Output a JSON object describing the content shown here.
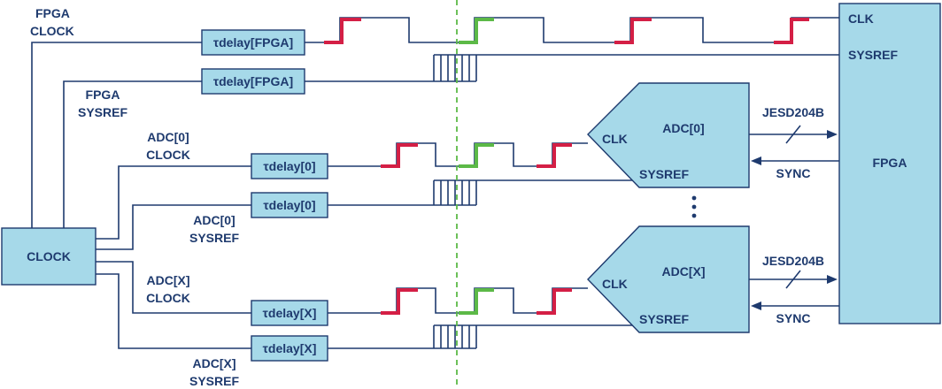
{
  "labels": {
    "fpga_clock": [
      "FPGA",
      "CLOCK"
    ],
    "fpga_sysref": [
      "FPGA",
      "SYSREF"
    ],
    "adc0_clock": [
      "ADC[0]",
      "CLOCK"
    ],
    "adc0_sysref": [
      "ADC[0]",
      "SYSREF"
    ],
    "adcx_clock": [
      "ADC[X]",
      "CLOCK"
    ],
    "adcx_sysref": [
      "ADC[X]",
      "SYSREF"
    ]
  },
  "blocks": {
    "clock": "CLOCK",
    "fpga": "FPGA",
    "fpga_clk_pin": "CLK",
    "fpga_sysref_pin": "SYSREF",
    "adc0": "ADC[0]",
    "adcx": "ADC[X]",
    "adc_clk_pin": "CLK",
    "adc_sysref_pin": "SYSREF"
  },
  "delays": {
    "fpga_clock": "τdelay[FPGA]",
    "fpga_sysref": "τdelay[FPGA]",
    "adc0_clock": "τdelay[0]",
    "adc0_sysref": "τdelay[0]",
    "adcx_clock": "τdelay[X]",
    "adcx_sysref": "τdelay[X]"
  },
  "links": {
    "jesd": "JESD204B",
    "sync": "SYNC"
  },
  "colors": {
    "box_fill": "#a6d9e9",
    "line": "#1e3a6e",
    "edge_red": "#d41f45",
    "edge_green": "#5cb947"
  }
}
